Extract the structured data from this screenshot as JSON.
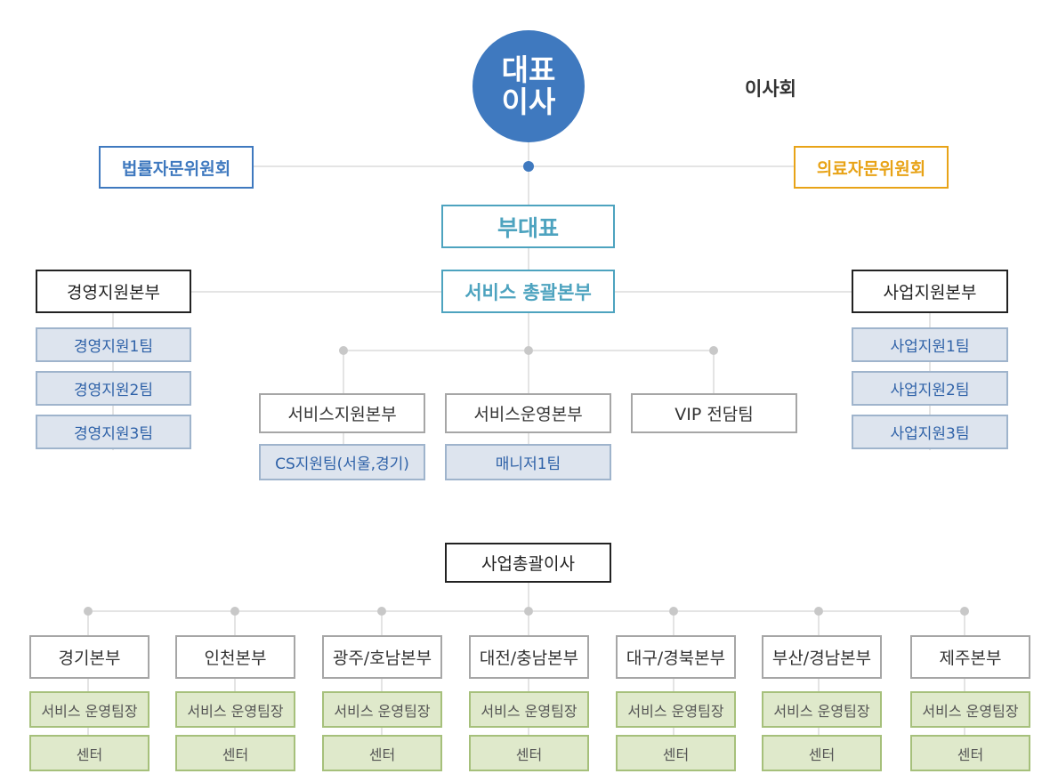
{
  "top": {
    "ceo": [
      "대표",
      "이사"
    ],
    "board": "이사회",
    "legal_committee": "법률자문위원회",
    "medical_committee": "의료자문위원회",
    "vice_ceo": "부대표",
    "service_hq": "서비스 총괄본부"
  },
  "left_division": {
    "title": "경영지원본부",
    "teams": [
      "경영지원1팀",
      "경영지원2팀",
      "경영지원3팀"
    ]
  },
  "right_division": {
    "title": "사업지원본부",
    "teams": [
      "사업지원1팀",
      "사업지원2팀",
      "사업지원3팀"
    ]
  },
  "service_units": [
    {
      "title": "서비스지원본부",
      "sub": "CS지원팀(서울,경기)"
    },
    {
      "title": "서비스운영본부",
      "sub": "매니저1팀"
    },
    {
      "title": "VIP 전담팀"
    }
  ],
  "business_director": "사업총괄이사",
  "regions": [
    {
      "title": "경기본부",
      "manager": "서비스 운영팀장",
      "center": "센터"
    },
    {
      "title": "인천본부",
      "manager": "서비스 운영팀장",
      "center": "센터"
    },
    {
      "title": "광주/호남본부",
      "manager": "서비스 운영팀장",
      "center": "센터"
    },
    {
      "title": "대전/충남본부",
      "manager": "서비스 운영팀장",
      "center": "센터"
    },
    {
      "title": "대구/경북본부",
      "manager": "서비스 운영팀장",
      "center": "센터"
    },
    {
      "title": "부산/경남본부",
      "manager": "서비스 운영팀장",
      "center": "센터"
    },
    {
      "title": "제주본부",
      "manager": "서비스 운영팀장",
      "center": "센터"
    }
  ],
  "colors": {
    "ceo": "#3f79bf",
    "legal": "#3f79bf",
    "medical": "#e8a317",
    "service_hq": "#4da3bf",
    "team_fill": "#dde4ee",
    "region_fill": "#dfe9cb",
    "connector": "#c8c8c8"
  }
}
